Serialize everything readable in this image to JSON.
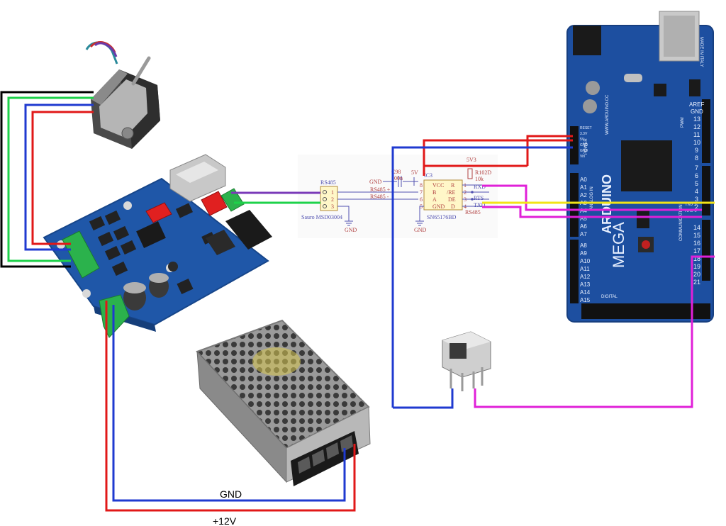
{
  "colors": {
    "red": "#e11818",
    "blue": "#1f3ad0",
    "green": "#1dd24a",
    "black": "#000000",
    "purple": "#7a3ab8",
    "yellow": "#f2e417",
    "magenta": "#e020d8",
    "board_blue": "#1f57a8",
    "arduino_blue": "#1d4fa0",
    "terminal_green": "#2bb24c"
  },
  "labels": {
    "gnd": "GND",
    "plus12v": "+12V"
  },
  "schematic": {
    "connector_title": "RS485",
    "connector_pins": [
      "1",
      "2",
      "3"
    ],
    "connector_part": "Sauro MSD03004",
    "rs485_plus": "RS485 +",
    "rs485_minus": "RS485 -",
    "gnd1": "GND",
    "gnd2": "GND",
    "gnd3": "GND",
    "gnd_cap": "GND",
    "c98": "C98",
    "c98_val": "100n",
    "v5": "5V",
    "v3": "5V3",
    "r102": "R102D",
    "r102_val": "10k",
    "ic_ref": "IC3",
    "ic_part": "SN65176BD",
    "ic_left_pins": [
      "VCC",
      "B",
      "A",
      "GND"
    ],
    "ic_right_pins": [
      "R",
      "/RE",
      "DE",
      "D"
    ],
    "ic_left_nums": [
      "8",
      "7",
      "6",
      "5"
    ],
    "ic_right_nums": [
      "1",
      "2",
      "3",
      "4"
    ],
    "rxd": "RXD",
    "rts": "RTS",
    "txd": "TXD",
    "rs485_out": "RS485"
  },
  "arduino": {
    "brand": "ARDUINO",
    "model": "MEGA",
    "made_in": "MADE IN ITALY",
    "website": "WWW.ARDUINO.CC",
    "pin_labels_right": [
      "AREF",
      "GND",
      "13",
      "12",
      "11",
      "10",
      "9",
      "8",
      "7",
      "6",
      "5",
      "4",
      "3",
      "2",
      "TX0 1",
      "RX0 0"
    ],
    "pin_labels_comm": [
      "14",
      "15",
      "16",
      "17",
      "18",
      "19",
      "20",
      "21"
    ],
    "analog_labels": [
      "A0",
      "A1",
      "A2",
      "A3",
      "A4",
      "A5",
      "A6",
      "A7",
      "A8",
      "A9",
      "A10",
      "A11",
      "A12",
      "A13",
      "A14",
      "A15"
    ],
    "power_labels": [
      "RESET",
      "3.3V",
      "5V",
      "GND",
      "GND",
      "Vin"
    ],
    "section_power": "POWER",
    "section_analog": "ANALOG IN",
    "section_comm": "COMMUNICATION",
    "section_digital": "DIGITAL",
    "section_pwm": "PWM"
  }
}
